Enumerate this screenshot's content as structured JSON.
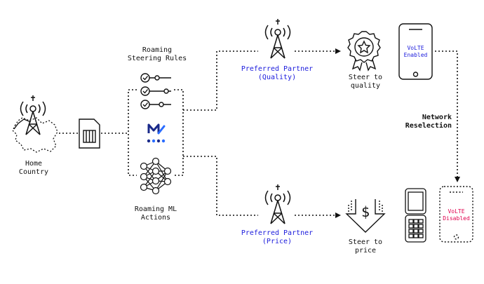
{
  "labels": {
    "home_country": [
      "Home",
      "Country"
    ],
    "steering_rules": [
      "Roaming",
      "Steering Rules"
    ],
    "ml_actions": [
      "Roaming ML",
      "Actions"
    ],
    "partner_quality": [
      "Preferred Partner",
      "(Quality)"
    ],
    "partner_price": [
      "Preferred Partner",
      "(Price)"
    ],
    "steer_quality": [
      "Steer to",
      "quality"
    ],
    "steer_price": [
      "Steer to",
      "price"
    ],
    "network_reselection": [
      "Network",
      "Reselection"
    ],
    "volte_enabled": [
      "VoLTE",
      "Enabled"
    ],
    "volte_disabled": [
      "VoLTE",
      "Disabled"
    ]
  },
  "colors": {
    "partner_text": "#1a1adc",
    "volte_enabled_text": "#1a1adc",
    "volte_disabled_text": "#e0004d",
    "logo_dark": "#1a2a8a",
    "logo_accent": "#2a6cff",
    "line": "#111111"
  },
  "icons": [
    "antenna-tower-icon",
    "sim-card-icon",
    "checklist-slider-icon",
    "ml-logo-icon",
    "neural-network-icon",
    "award-badge-icon",
    "price-arrow-icon",
    "smartphone-icon",
    "feature-phone-icon"
  ]
}
